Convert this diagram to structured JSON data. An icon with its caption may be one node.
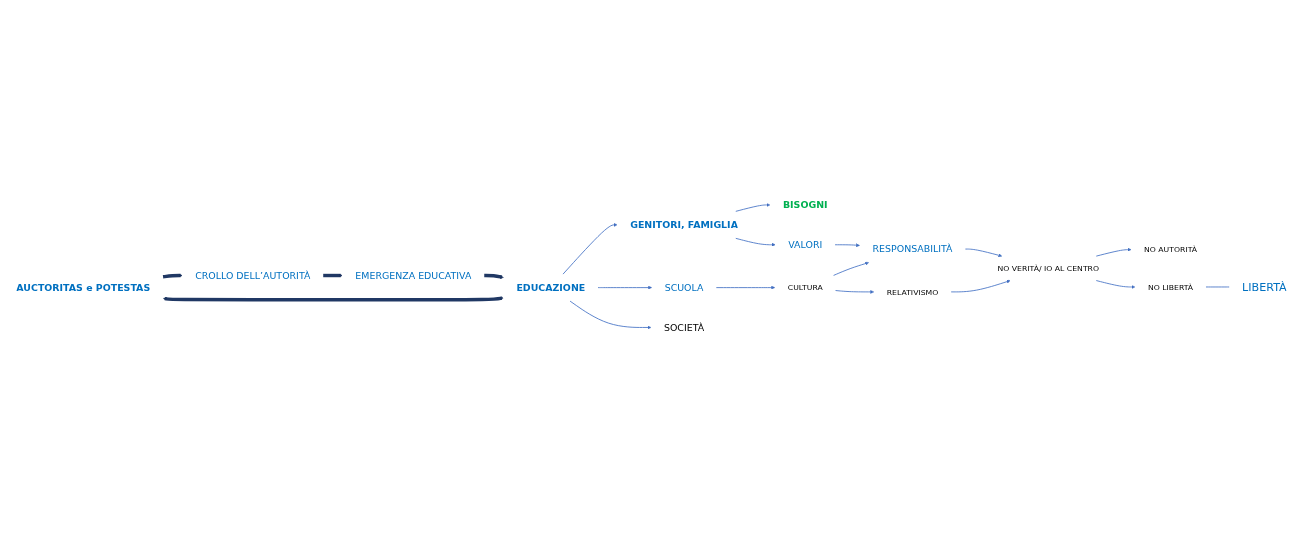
{
  "diagram": {
    "nodes": [
      {
        "text": [
          "CROLLO DELL’AUTORITÀ"
        ]
      },
      {
        "text": [
          "AUCTORITAS e POTESTAS"
        ]
      },
      {
        "text": [
          "BISOGNI"
        ]
      },
      {
        "text": [
          "EMERGENZA EDUCATIVA"
        ]
      },
      {
        "text": [
          "EDUCAZIONE"
        ]
      },
      {
        "text": [
          "GENITORI, FAMIGLIA"
        ]
      },
      {
        "text": [
          "VALORI"
        ]
      },
      {
        "text": [
          "SCUOLA"
        ]
      },
      {
        "text": [
          "CULTURA"
        ]
      },
      {
        "text": [
          "SOCIETÀ"
        ]
      },
      {
        "text": [
          "RELATIVISMO"
        ]
      },
      {
        "text": [
          "RESPONSABILITÀ"
        ]
      },
      {
        "text": [
          "NO  VERITÀ/ IO  AL CENTRO"
        ]
      },
      {
        "text": [
          "NO AUTORITÀ"
        ]
      },
      {
        "text": [
          "NO LIBERTÀ"
        ]
      },
      {
        "text": [
          "LIBERTÀ"
        ]
      }
    ],
    "edges": [
      {
        "from": 1,
        "to": 0,
        "arrow": "to",
        "style": "thick",
        "color": "#203864"
      },
      {
        "from": 0,
        "to": 3,
        "arrow": "to",
        "style": "thick",
        "color": "#203864"
      },
      {
        "from": 1,
        "to": 4,
        "arrow": "both",
        "style": "thick",
        "color": "#203864"
      },
      {
        "from": 3,
        "to": 4,
        "arrow": "to",
        "style": "thick",
        "color": "#203864"
      },
      {
        "from": 4,
        "to": 5,
        "arrow": "to"
      },
      {
        "from": 4,
        "to": 7,
        "arrow": "to"
      },
      {
        "from": 4,
        "to": 9,
        "arrow": "to"
      },
      {
        "from": 5,
        "to": 2,
        "arrow": "to"
      },
      {
        "from": 5,
        "to": 6,
        "arrow": "to"
      },
      {
        "from": 7,
        "to": 8,
        "arrow": "to"
      },
      {
        "from": 8,
        "to": 10,
        "arrow": "to"
      },
      {
        "from": 8,
        "to": 11,
        "arrow": "to"
      },
      {
        "from": 6,
        "to": 11,
        "arrow": "to"
      },
      {
        "from": 10,
        "to": 12,
        "arrow": "to"
      },
      {
        "from": 11,
        "to": 12,
        "arrow": "to"
      },
      {
        "from": 12,
        "to": 13,
        "arrow": "to"
      },
      {
        "from": 12,
        "to": 14,
        "arrow": "to"
      },
      {
        "from": 14,
        "to": 15,
        "arrow": "none"
      }
    ]
  }
}
